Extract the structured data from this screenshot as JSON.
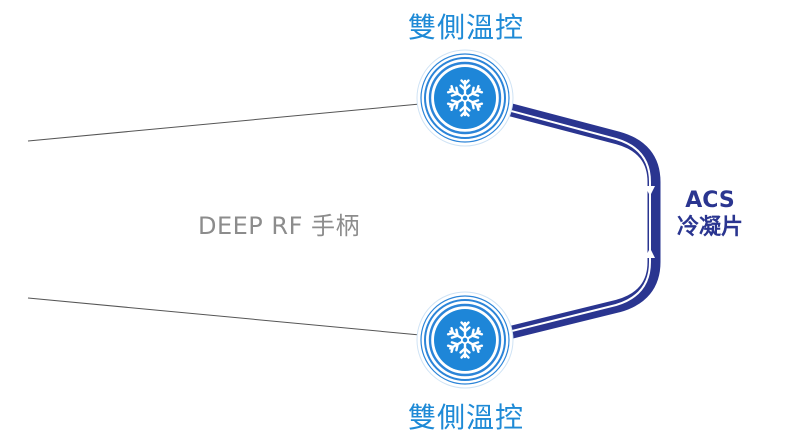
{
  "labels": {
    "top_cooling": "雙側溫控",
    "bottom_cooling": "雙側溫控",
    "handpiece": "DEEP RF 手柄",
    "acs_title": "ACS",
    "acs_subtitle": "冷凝片"
  },
  "icons": {
    "top_node": "snowflake-icon",
    "bottom_node": "snowflake-icon"
  },
  "colors": {
    "cooling_blue": "#1e8ad6",
    "node_ring": "#2b84d8",
    "acs_navy": "#2a3590",
    "handpiece_gray": "#8c8c8c",
    "guide_line": "#555555"
  }
}
